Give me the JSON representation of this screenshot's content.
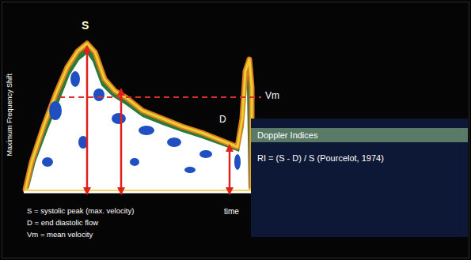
{
  "diagram": {
    "nodes": [
      {
        "text": [
          "Doppler Indices",
          "RI = (S - D) / S (Pourcelot, 1974)"
        ]
      }
    ],
    "labels": [
      "S",
      "Vm",
      "D",
      "Maximum Frequency Shift",
      "time",
      "S = systolic peak (max. velocity)",
      "D = end diastolic flow",
      "Vm = mean velocity"
    ]
  }
}
